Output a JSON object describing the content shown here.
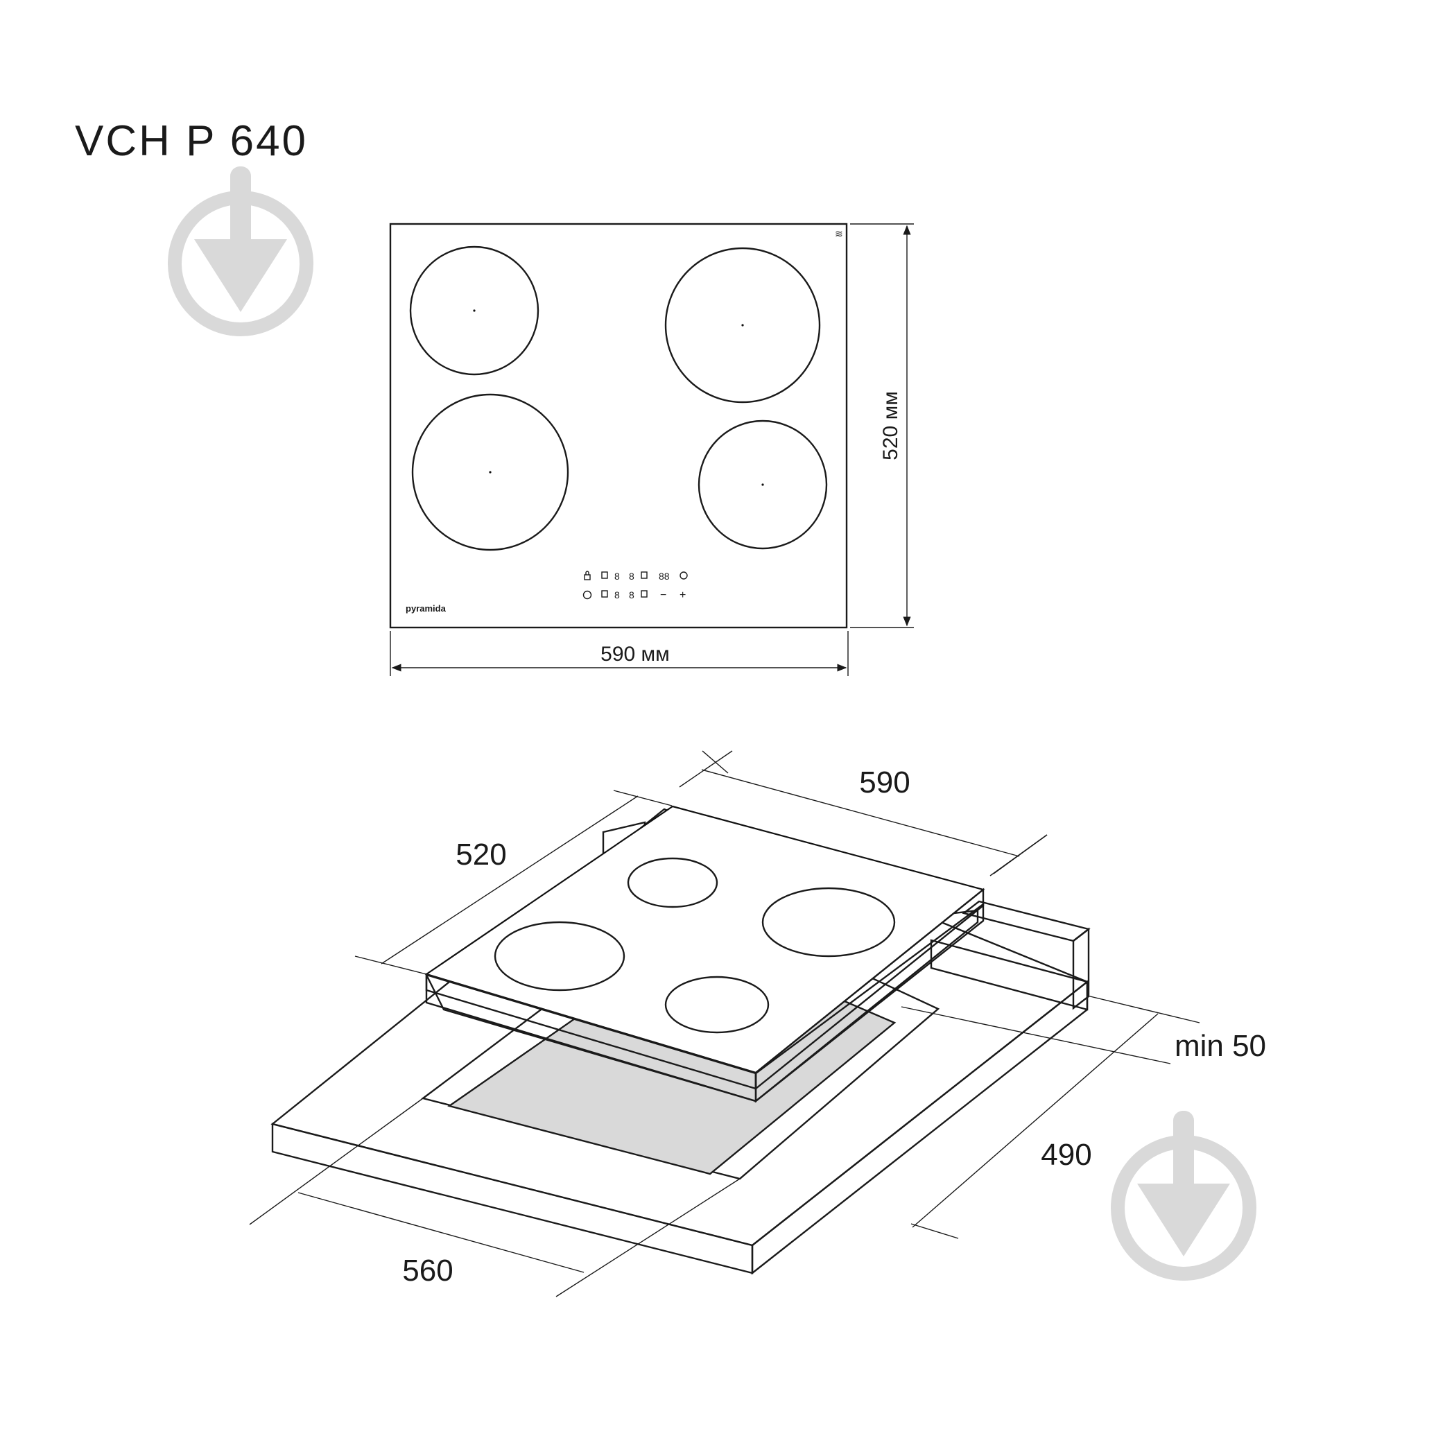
{
  "model_title": "VCH P 640",
  "top_view": {
    "width_label": "590 мм",
    "height_label": "520 мм",
    "brand": "pyramida",
    "panel_row1": [
      "8",
      "8",
      "88"
    ],
    "panel_row2": [
      "8",
      "8",
      "−",
      "+"
    ]
  },
  "iso_view": {
    "dim_width": "590",
    "dim_depth": "520",
    "dim_clearance": "min 50",
    "dim_cutout_depth": "490",
    "dim_cutout_width": "560"
  },
  "colors": {
    "line": "#1a1a1a",
    "cutout_fill": "#d9d9d9",
    "watermark": "#d9d9d9"
  }
}
